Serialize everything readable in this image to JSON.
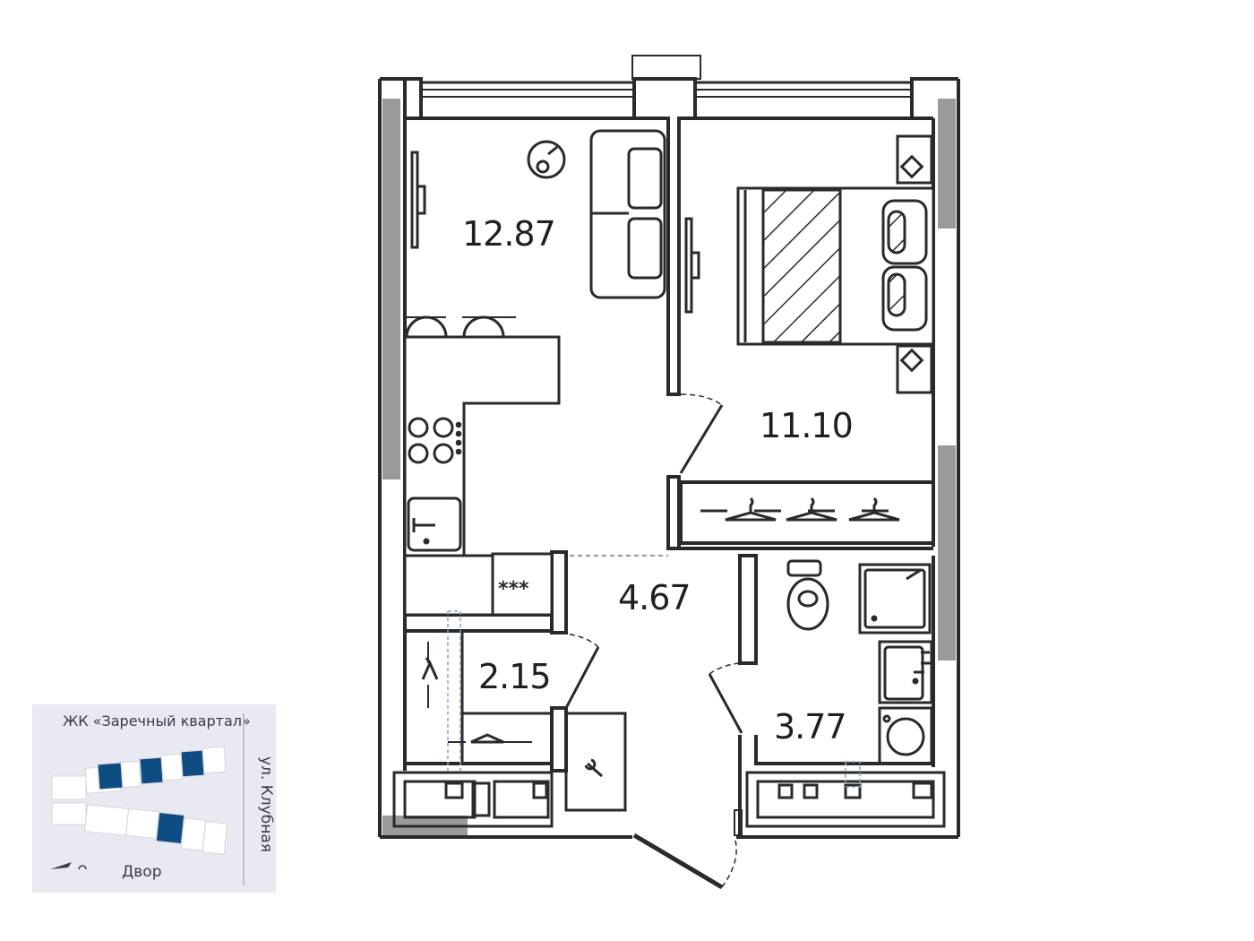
{
  "rooms": {
    "living_kitchen_area": "12.87",
    "bedroom_area": "11.10",
    "hallway_area": "4.67",
    "closet_area": "2.15",
    "bathroom_area": "3.77"
  },
  "location_inset": {
    "complex_name": "ЖК «Заречный квартал»",
    "street_label": "ул. Клубная",
    "yard_label": "Двор"
  },
  "colors": {
    "wall": "#2a2a2a",
    "facade": "#9a9a9a",
    "inset_bg": "#e8e9f1",
    "building_highlight": "#0e4c82",
    "building_other": "#ffffff"
  },
  "icons": {
    "stove": "stove-icon",
    "sink": "sink-icon",
    "fridge": "fridge-icon",
    "toilet": "toilet-icon",
    "shower": "shower-icon",
    "washer": "washing-machine-icon",
    "bed": "bed-icon",
    "sofa": "sofa-icon",
    "tv": "tv-icon",
    "hanger": "hanger-icon",
    "compass": "north-arrow-icon"
  }
}
